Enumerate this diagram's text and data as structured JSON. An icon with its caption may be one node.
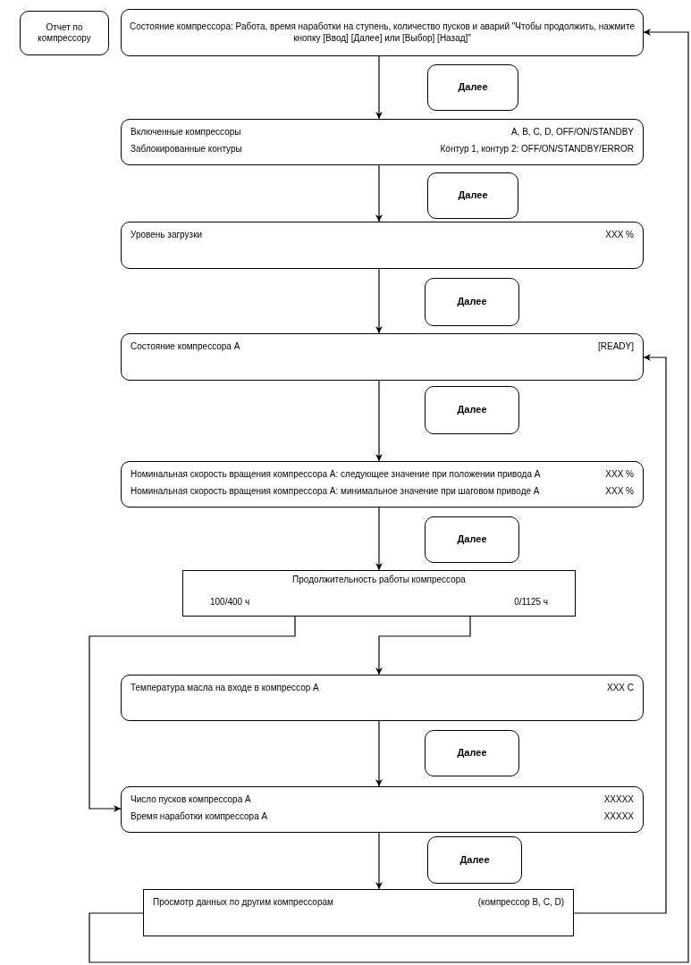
{
  "diagram": {
    "nodes": [
      {
        "text": [
          "Отчет по компрессору"
        ]
      },
      {
        "text": [
          "Состояние компрессора: Работа, время наработки на ступень, количество пусков и аварий \"Чтобы продолжить, нажмите кнопку [Ввод] [Далее] или [Выбор] [Назад]\""
        ]
      },
      {
        "text": [
          "Далее"
        ]
      },
      {
        "text": [
          "Включенные компрессоры",
          "A, B, C, D, OFF/ON/STANDBY",
          "Заблокированные контуры",
          "Контур 1, контур 2: OFF/ON/STANDBY/ERROR"
        ]
      },
      {
        "text": [
          "Далее"
        ]
      },
      {
        "text": [
          "Уровень загрузки",
          "XXX %"
        ]
      },
      {
        "text": [
          "Далее"
        ]
      },
      {
        "text": [
          "Состояние компрессора A",
          "[READY]"
        ]
      },
      {
        "text": [
          "Далее"
        ]
      },
      {
        "text": [
          "Номинальная скорость вращения компрессора A: следующее значение при положении привода A",
          "XXX %",
          "Номинальная скорость вращения компрессора A: минимальное значение при шаговом приводе A",
          "XXX %"
        ]
      },
      {
        "text": [
          "Далее"
        ]
      },
      {
        "text": [
          "Продолжительность работы компрессора",
          "100/400 ч",
          "0/1125 ч"
        ]
      },
      {
        "text": [
          "Температура масла на входе в компрессор A",
          "XXX C"
        ]
      },
      {
        "text": [
          "Далее"
        ]
      },
      {
        "text": [
          "Число пусков компрессора A",
          "XXXXX",
          "Время наработки компрессора A",
          "XXXXX"
        ]
      },
      {
        "text": [
          "Далее"
        ]
      },
      {
        "text": [
          "Просмотр данных по другим компрессорам",
          "(компрессор B, C, D)"
        ]
      }
    ],
    "edges": [
      {
        "from": 1,
        "to": 3,
        "arrow": "to"
      },
      {
        "from": 3,
        "to": 5,
        "arrow": "to"
      },
      {
        "from": 5,
        "to": 7,
        "arrow": "to"
      },
      {
        "from": 7,
        "to": 9,
        "arrow": "to"
      },
      {
        "from": 9,
        "to": 11,
        "arrow": "to"
      },
      {
        "from": 11,
        "to": 12,
        "arrow": "to"
      },
      {
        "from": 11,
        "to": 14,
        "arrow": "to"
      },
      {
        "from": 12,
        "to": 14,
        "arrow": "to"
      },
      {
        "from": 14,
        "to": 16,
        "arrow": "to"
      },
      {
        "from": 16,
        "to": 7,
        "arrow": "to"
      },
      {
        "from": 16,
        "to": 1,
        "arrow": "to"
      }
    ]
  }
}
